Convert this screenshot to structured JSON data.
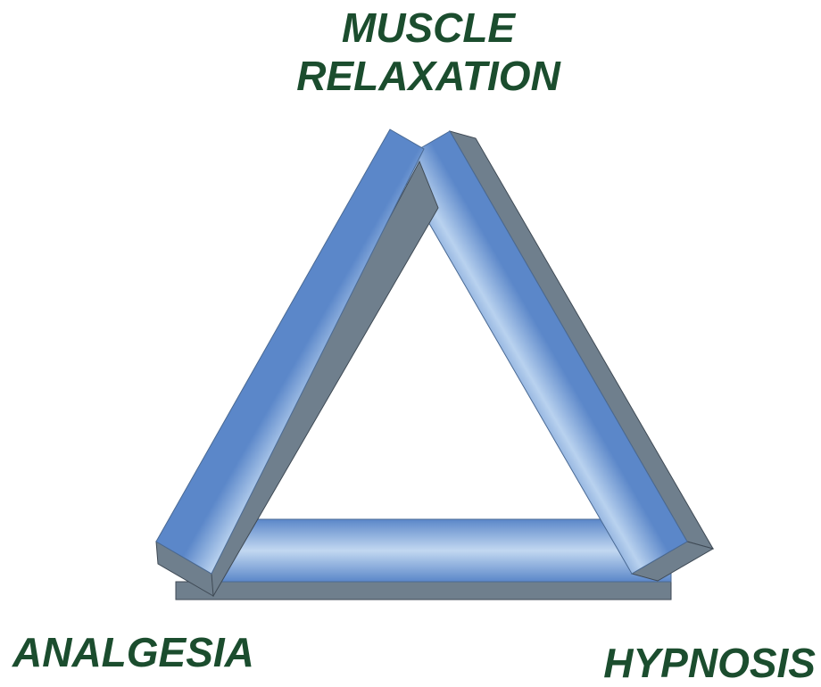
{
  "labels": {
    "top_line1": "MUSCLE",
    "top_line2": "RELAXATION",
    "bottom_left": "ANALGESIA",
    "bottom_right": "HYPNOSIS"
  },
  "colors": {
    "label_text": "#1b4d2e",
    "bar_edge": "#5b87c9",
    "bar_highlight": "#b9d2ef",
    "bar_shadow": "#6f7f8d"
  }
}
